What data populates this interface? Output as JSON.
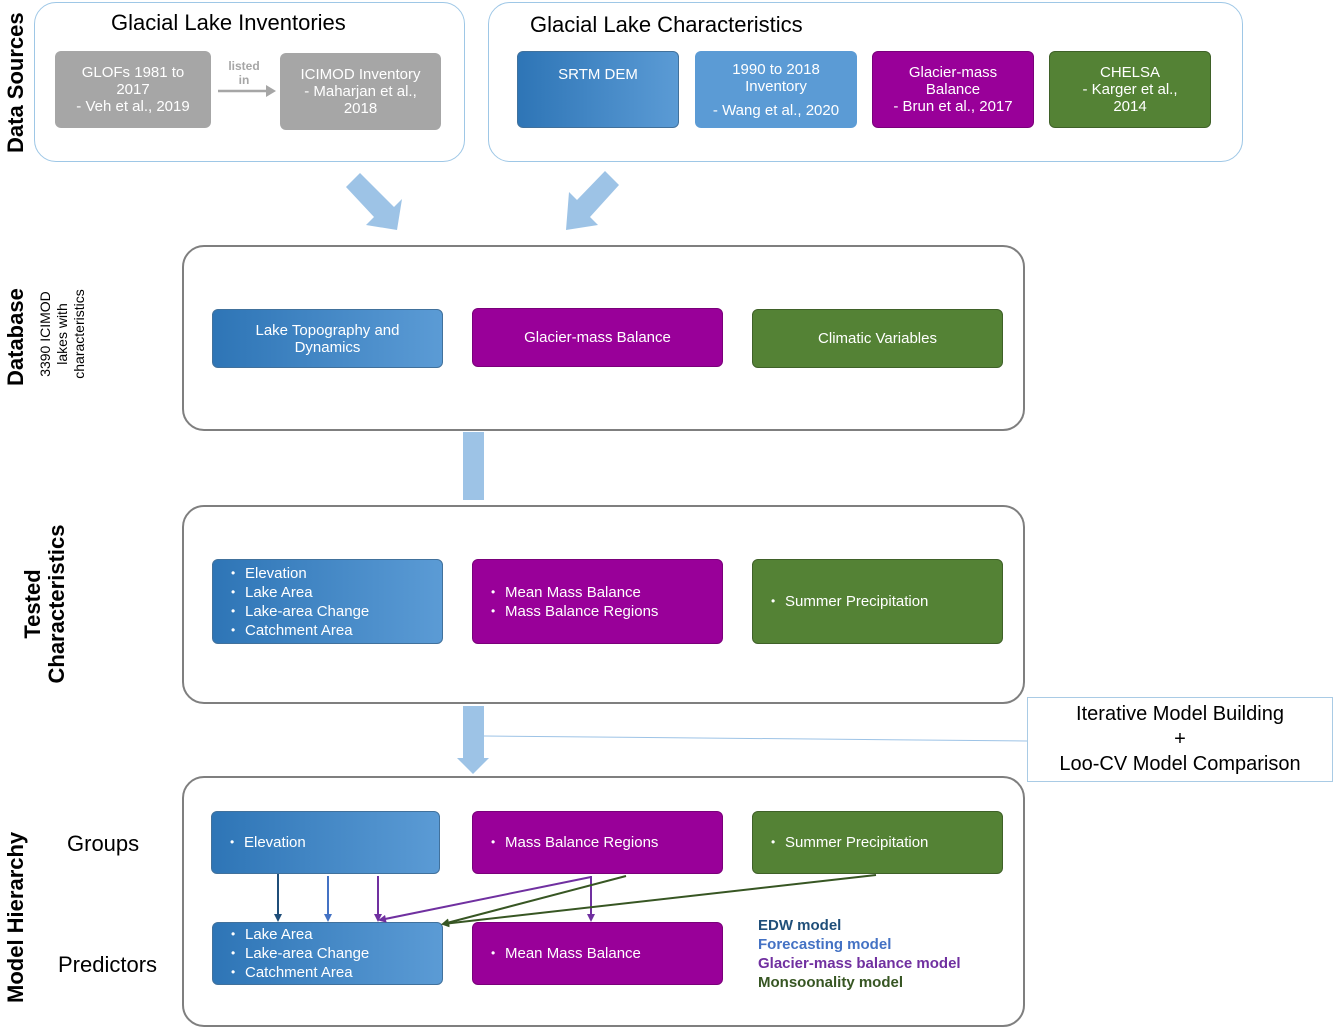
{
  "sections": {
    "data_sources": "Data Sources",
    "database": "Database",
    "database_sub": [
      "3390 ICIMOD",
      "lakes with",
      "characteristics"
    ],
    "tested_line1": "Tested",
    "tested_line2": "Characteristics",
    "model_hierarchy": "Model Hierarchy"
  },
  "inventories": {
    "title": "Glacial Lake Inventories",
    "glofs": [
      "GLOFs 1981 to",
      "2017",
      "- Veh et al., 2019"
    ],
    "listed_in": [
      "listed",
      "in"
    ],
    "icimod": [
      "ICIMOD Inventory",
      "- Maharjan et al.,",
      "2018"
    ]
  },
  "characteristics": {
    "title": "Glacial Lake Characteristics",
    "srtm": "SRTM DEM",
    "wang": [
      "1990 to 2018",
      "Inventory",
      "- Wang et al., 2020"
    ],
    "brun": [
      "Glacier-mass",
      "Balance",
      "- Brun et al., 2017"
    ],
    "chelsa": [
      "CHELSA",
      "- Karger et al.,",
      "2014"
    ]
  },
  "database": {
    "topo": [
      "Lake Topography and",
      "Dynamics"
    ],
    "glacier": "Glacier-mass Balance",
    "climatic": "Climatic Variables"
  },
  "tested": {
    "topo": [
      "Elevation",
      "Lake Area",
      "Lake-area Change",
      "Catchment Area"
    ],
    "mass": [
      "Mean Mass Balance",
      "Mass Balance Regions"
    ],
    "climate": [
      "Summer Precipitation"
    ]
  },
  "iterative": [
    "Iterative Model Building",
    "+",
    "Loo-CV Model Comparison"
  ],
  "hierarchy": {
    "groups_label": "Groups",
    "predictors_label": "Predictors",
    "groups": {
      "elevation": "Elevation",
      "mass_regions": "Mass Balance Regions",
      "summer": "Summer Precipitation"
    },
    "predictors": {
      "lake": [
        "Lake Area",
        "Lake-area Change",
        "Catchment Area"
      ],
      "mean_mass": "Mean Mass Balance"
    }
  },
  "legend": [
    {
      "label": "EDW model",
      "color": "#1f4e79"
    },
    {
      "label": "Forecasting model",
      "color": "#4472c4"
    },
    {
      "label": "Glacier-mass balance model",
      "color": "#7030a0"
    },
    {
      "label": "Monsoonality model",
      "color": "#375623"
    }
  ],
  "colors": {
    "blue_dark": "#2e75b6",
    "blue_light": "#5b9bd5",
    "purple": "#990099",
    "green": "#548235",
    "gray": "#a6a6a6",
    "arrow_light": "#9dc3e6"
  }
}
